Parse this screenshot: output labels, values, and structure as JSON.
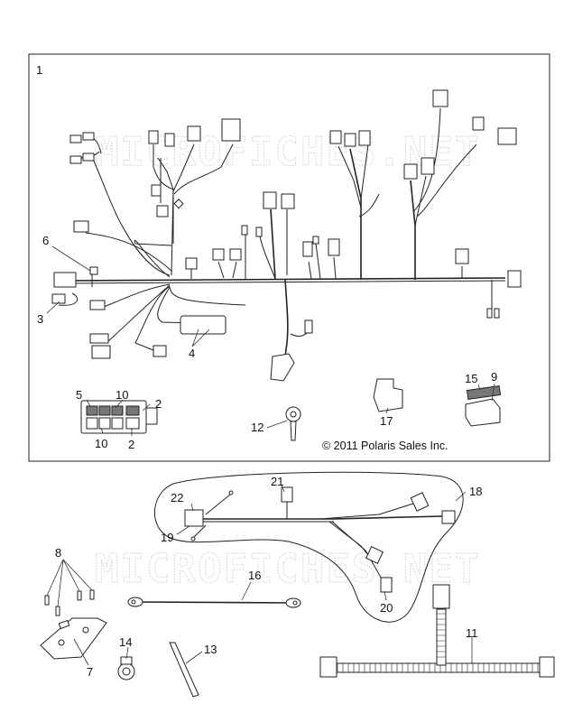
{
  "watermark": "MICROFICHES.NET",
  "copyright": "© 2011 Polaris Sales Inc.",
  "callouts": {
    "c1": "1",
    "c2a": "2",
    "c2b": "2",
    "c3": "3",
    "c4": "4",
    "c5": "5",
    "c6": "6",
    "c7": "7",
    "c8": "8",
    "c9": "9",
    "c10a": "10",
    "c10b": "10",
    "c11": "11",
    "c12": "12",
    "c13": "13",
    "c14": "14",
    "c15": "15",
    "c16": "16",
    "c17": "17",
    "c18": "18",
    "c19": "19",
    "c20": "20",
    "c21": "21",
    "c22": "22"
  }
}
